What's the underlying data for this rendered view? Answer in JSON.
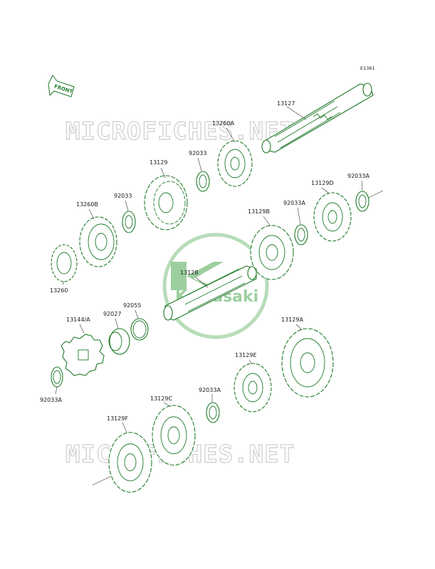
{
  "diagram_code": "E1361",
  "front_label": "FRONT",
  "watermark": "MICROFICHES.NET",
  "logo_text": "Kawasaki",
  "colors": {
    "part_stroke": "#1f7a2a",
    "watermark": "#d4d4d4",
    "logo": "#9ccf9f"
  },
  "labels": {
    "p13127": "13127",
    "p13260A": "13260A",
    "p92033_a": "92033",
    "p13129": "13129",
    "p92033_b": "92033",
    "p13260B": "13260B",
    "p13260": "13260",
    "p13129D": "13129D",
    "p92033A_a": "92033A",
    "p92033A_b": "92033A",
    "p13129B": "13129B",
    "p13128": "13128",
    "p13144A": "13144/A",
    "p92027": "92027",
    "p92055": "92055",
    "p92033A_c": "92033A",
    "p13129A": "13129A",
    "p13129E": "13129E",
    "p92033A_d": "92033A",
    "p13129C": "13129C",
    "p13129F": "13129F"
  }
}
